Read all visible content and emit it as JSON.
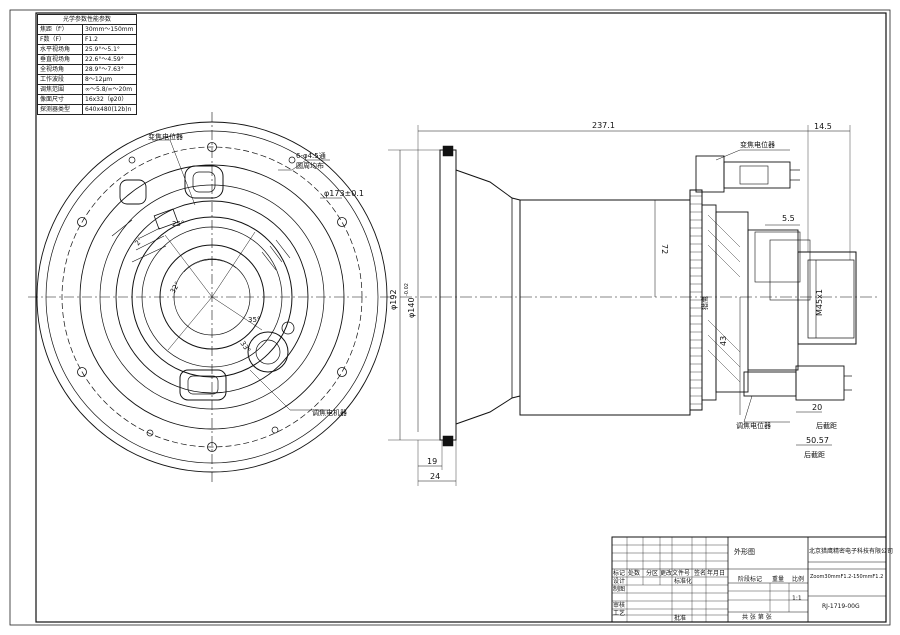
{
  "spec_table": {
    "title": "光学参数性能参数",
    "rows": [
      {
        "k": "焦距（f'）",
        "v": "30mm～150mm"
      },
      {
        "k": "F数（F）",
        "v": "F1.2"
      },
      {
        "k": "水平视场角",
        "v": "25.9°～5.1°"
      },
      {
        "k": "垂直视场角",
        "v": "22.6°～4.59°"
      },
      {
        "k": "全视场角",
        "v": "28.9°～7.63°"
      },
      {
        "k": "工作波段",
        "v": "8～12μm"
      },
      {
        "k": "调焦范围",
        "v": "∞～5.8/∞～20m"
      },
      {
        "k": "像面尺寸",
        "v": "16x32（φ20）"
      },
      {
        "k": "探测器类型",
        "v": "640x480(12b)n"
      }
    ]
  },
  "front_view": {
    "zoom_pot_label": "变焦电位器",
    "focus_motor_label": "调焦电机器",
    "hole_note_line1": "6-φ4.5通",
    "hole_note_line2": "圆周均布",
    "diameter_note": "φ173±0.1",
    "angle_25": "25°",
    "angle_32": "32°",
    "angle_35": "35°",
    "angle_2": "2°",
    "angle_33": "33°"
  },
  "side_view": {
    "length_dim": "237.1",
    "offset_dim": "14.5",
    "zoom_pot_label": "变焦电位器",
    "focus_pot_label": "调焦电位器",
    "back_focus_label": "后截距",
    "back_focus_label2": "后截距",
    "dim_192": "φ192",
    "dim_140": "φ140",
    "dim_140_tol": "-0.02",
    "dim_72": "72",
    "dim_43": "43",
    "dim_5_5": "5.5",
    "dim_m": "M45x1",
    "dim_19": "19",
    "dim_24": "24",
    "dim_20": "20",
    "dim_50_57": "50.57",
    "brand_text": "猎鹰"
  },
  "title_block": {
    "drawing_name": "外形图",
    "company": "北京猎鹰精密电子科技有限公司",
    "product": "Zoom30mmF1.2-150mmF1.2",
    "drawing_no": "RJ-1719-00G",
    "scale_label": "比例",
    "scale_value": "1:1",
    "weight_label": "重量",
    "stage_label": "阶段标记",
    "sheet_label": "共 张 第 张",
    "labels": [
      "标记",
      "处数",
      "分区",
      "更改文件号",
      "签名",
      "年月日",
      "设计",
      "制图",
      "标准化",
      "审核",
      "工艺",
      "批准"
    ]
  }
}
